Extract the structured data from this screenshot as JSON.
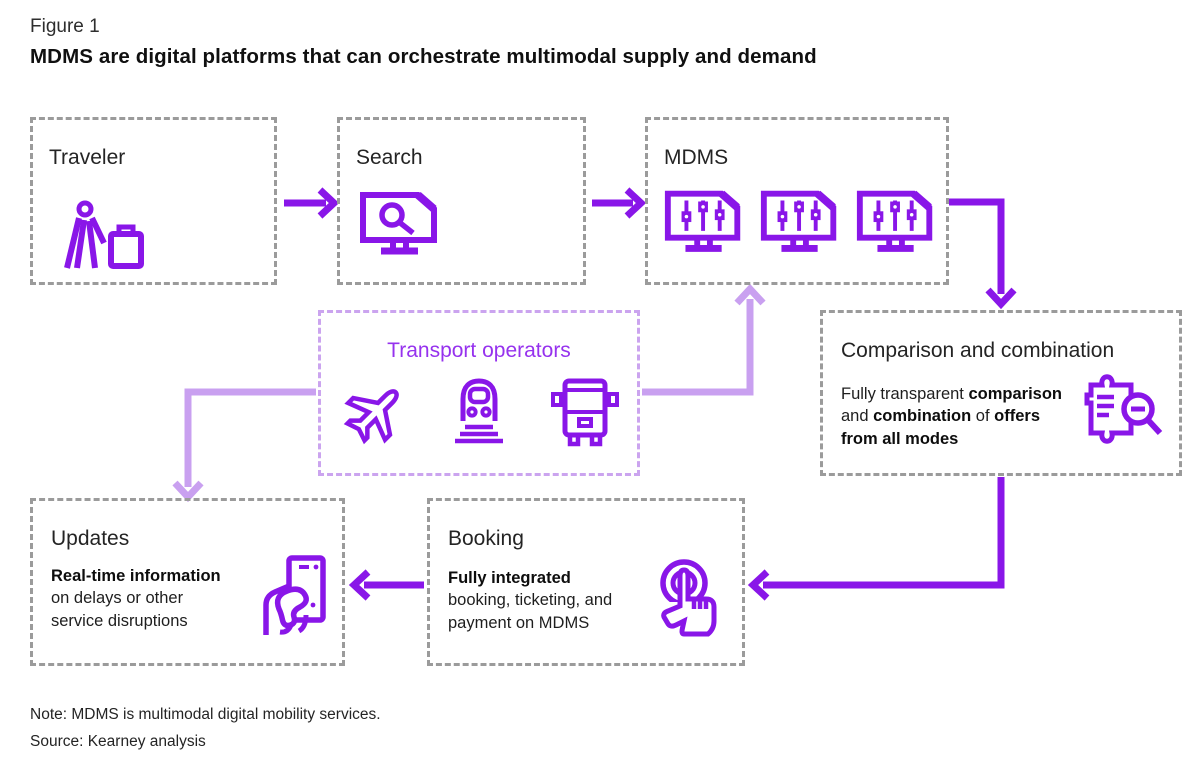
{
  "figure": {
    "label": "Figure 1",
    "title": "MDMS are digital platforms that can orchestrate multimodal supply and demand"
  },
  "colors": {
    "purple": "#8916E8",
    "light_purple": "#C9A0F0",
    "label_purple": "#9632EE",
    "box_border": "#9B9B9B",
    "light_box_border": "#CBA4EF",
    "text": "#1E1E1E"
  },
  "boxes": {
    "traveler": {
      "title": "Traveler",
      "icon": "traveler-with-luggage-icon"
    },
    "search": {
      "title": "Search",
      "icon": "monitor-search-icon"
    },
    "mdms": {
      "title": "MDMS",
      "icon": "monitor-sliders-icon"
    },
    "transport": {
      "title": "Transport operators",
      "icons": [
        "plane-icon",
        "train-icon",
        "bus-icon"
      ]
    },
    "comparison": {
      "title": "Comparison and combination",
      "icon": "document-compare-magnifier-icon",
      "body": [
        {
          "t": "Fully transparent ",
          "b": false
        },
        {
          "t": "comparison",
          "b": true
        },
        {
          "br": true
        },
        {
          "t": "and ",
          "b": false
        },
        {
          "t": "combination",
          "b": true
        },
        {
          "t": " of ",
          "b": false
        },
        {
          "t": "offers",
          "b": true
        },
        {
          "br": true
        },
        {
          "t": "from all modes",
          "b": true
        }
      ]
    },
    "booking": {
      "title": "Booking",
      "icon": "tap-finger-icon",
      "body": [
        {
          "t": "Fully integrated",
          "b": true
        },
        {
          "br": true
        },
        {
          "t": "booking, ticketing, and",
          "b": false
        },
        {
          "br": true
        },
        {
          "t": "payment on MDMS",
          "b": false
        }
      ]
    },
    "updates": {
      "title": "Updates",
      "icon": "hand-holding-phone-icon",
      "body": [
        {
          "t": "Real-time information",
          "b": true
        },
        {
          "br": true
        },
        {
          "t": "on delays or other",
          "b": false
        },
        {
          "br": true
        },
        {
          "t": "service disruptions",
          "b": false
        }
      ]
    }
  },
  "footnotes": {
    "note": "Note: MDMS is multimodal digital mobility services.",
    "source": "Source: Kearney analysis"
  }
}
